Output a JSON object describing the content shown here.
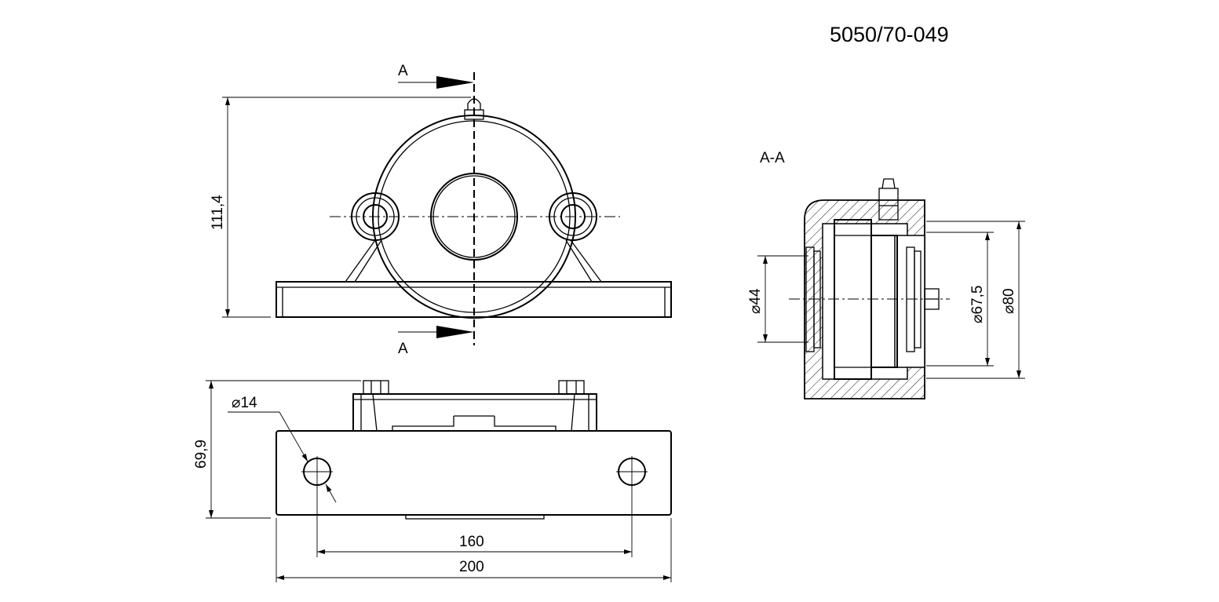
{
  "drawing": {
    "number": "5050/70-049",
    "section_label": "A-A",
    "cut_label_top": "A",
    "cut_label_bottom": "A"
  },
  "dimensions": {
    "height_front": "111,4",
    "height_top": "69,9",
    "hole_diameter": "⌀14",
    "hole_spacing": "160",
    "overall_length": "200",
    "bore_diameter": "⌀44",
    "inner_diameter": "⌀67,5",
    "outer_diameter": "⌀80"
  }
}
